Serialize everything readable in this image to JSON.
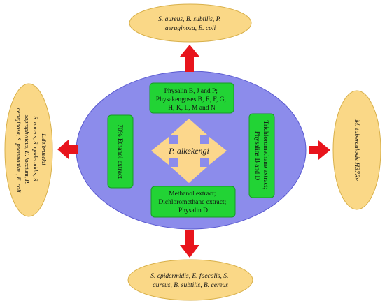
{
  "center": {
    "label": "P. alkekengi"
  },
  "boxes": {
    "top": [
      "Physalin  B, J and P;",
      "Physakengoses B, E, F, G,",
      "H, K, L, M and N"
    ],
    "bottom": [
      "Methanol extract;",
      "Dichloromethane extract;",
      "Physalin  D"
    ],
    "left": [
      "70% Ethanol extract"
    ],
    "right": [
      "Trichloromethane  extract;",
      "Physalins B and D"
    ]
  },
  "targets": {
    "top": [
      "S. aureus, B. subtilis, P.",
      "aeruginosa, E. coli"
    ],
    "bottom": [
      "S. epidermidis, E. faecalis, S.",
      "aureus, B. subtilis, B. cereus"
    ],
    "left": [
      "L.delbrueckii",
      "S. aureus, S. epidermidis, S.",
      "saprophyticus, E. faecium, P.",
      "aeruginosa, S. pneumoniae , E. coli"
    ],
    "right": [
      "M. tuberculosis H37Rv"
    ]
  },
  "colors": {
    "ellipse_fill": "#8c8ceb",
    "green_box": "#22d335",
    "target_fill": "#fad887",
    "arrow_red": "#e8141c",
    "center_arrow": "#fcd78c"
  }
}
